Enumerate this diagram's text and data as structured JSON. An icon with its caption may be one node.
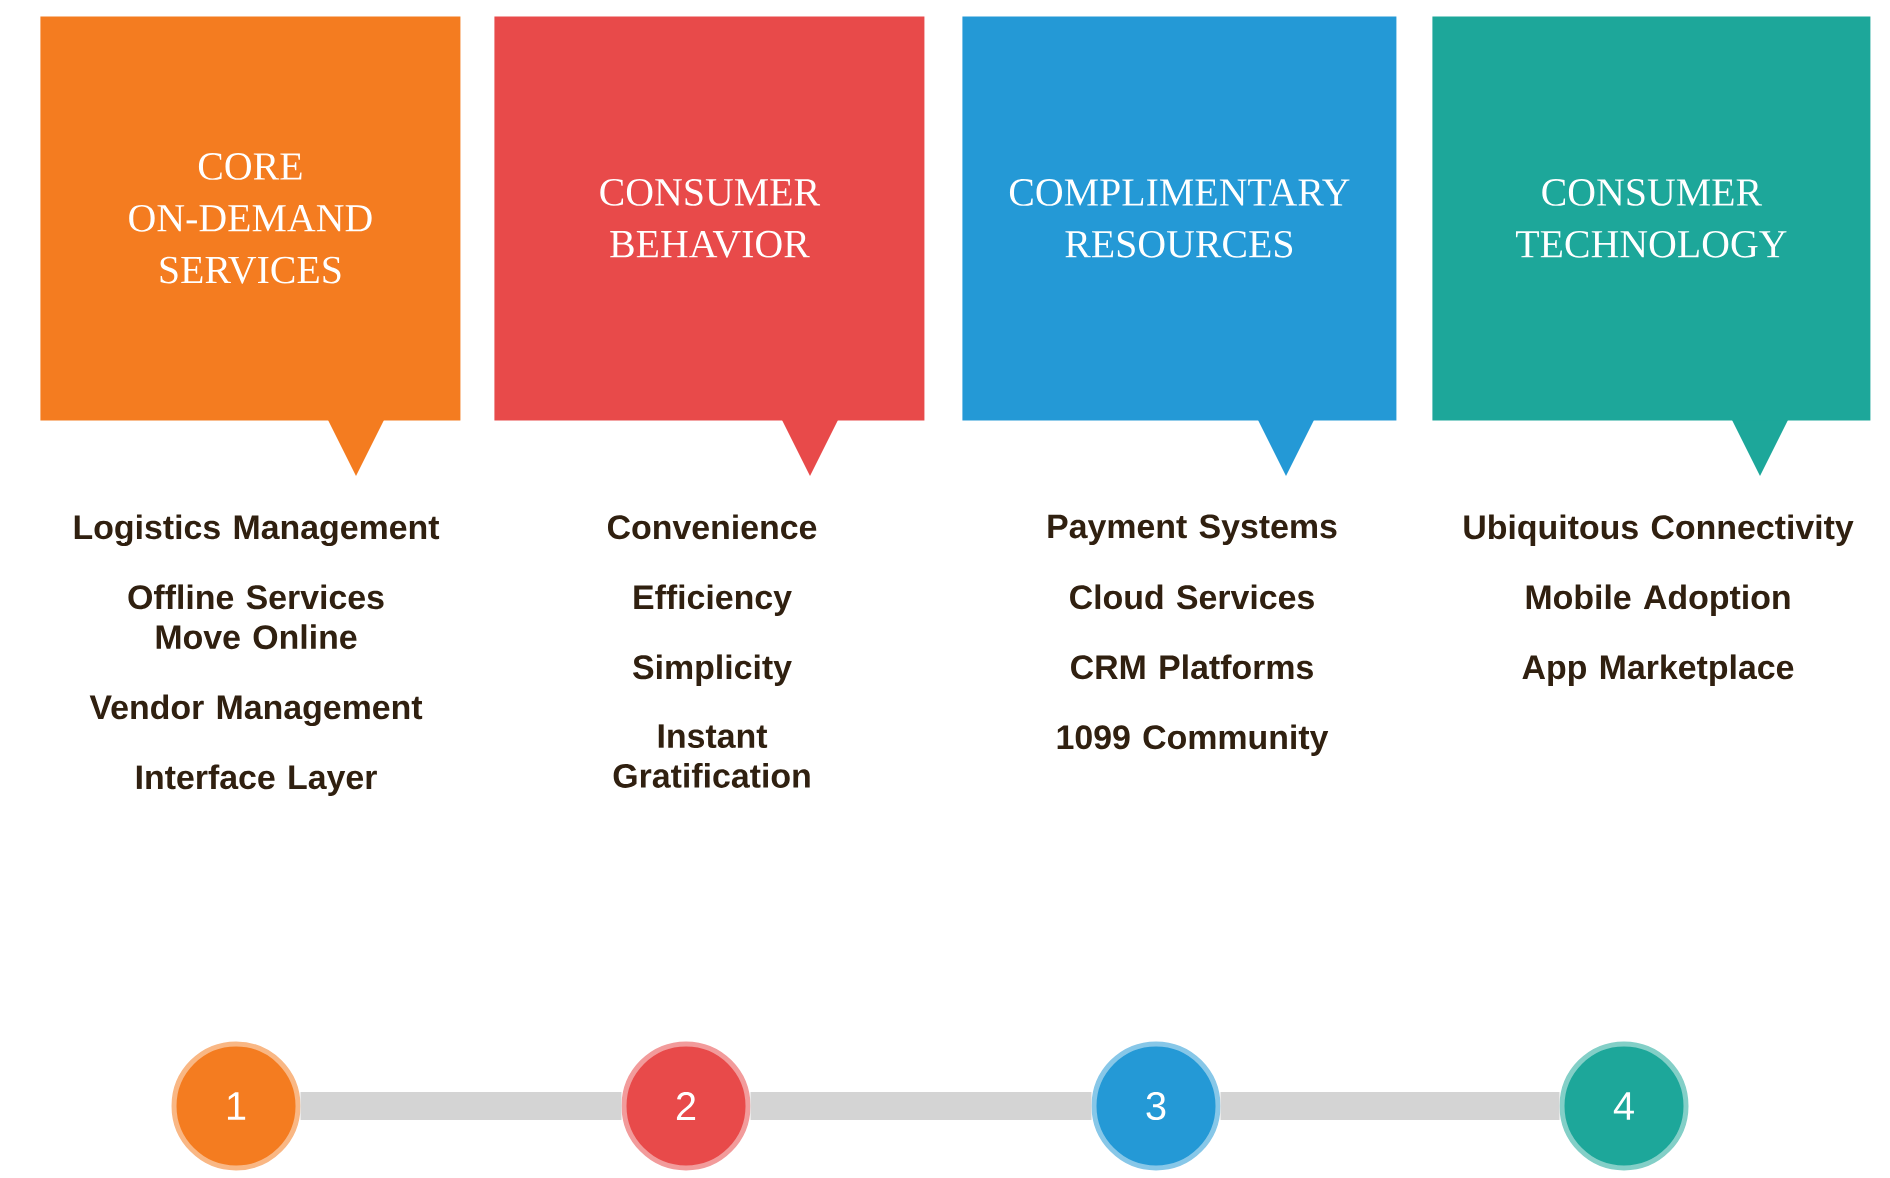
{
  "diagram": {
    "nodes": [
      {
        "text": [
          "CORE ON-DEMAND SERVICES"
        ],
        "beside": [
          "Logistics Management",
          "Offline Services Move Online",
          "Vendor Management",
          "Interface Layer"
        ]
      },
      {
        "text": [
          "CONSUMER BEHAVIOR"
        ],
        "beside": [
          "Convenience",
          "Efficiency",
          "Simplicity",
          "Instant Gratification"
        ]
      },
      {
        "text": [
          "COMPLIMENTARY RESOURCES"
        ],
        "beside": [
          "Payment Systems",
          "Cloud Services",
          "CRM Platforms",
          "1099 Community"
        ]
      },
      {
        "text": [
          "CONSUMER TECHNOLOGY"
        ],
        "beside": [
          "Ubiquitous Connectivity",
          "Mobile Adoption",
          "App Marketplace"
        ]
      },
      {
        "text": [
          "1"
        ]
      },
      {
        "text": [
          "2"
        ]
      },
      {
        "text": [
          "3"
        ]
      },
      {
        "text": [
          "4"
        ]
      }
    ],
    "edges": [
      {
        "from": 4,
        "to": 5,
        "arrow": "none"
      },
      {
        "from": 5,
        "to": 6,
        "arrow": "none"
      },
      {
        "from": 6,
        "to": 7,
        "arrow": "none"
      }
    ]
  }
}
